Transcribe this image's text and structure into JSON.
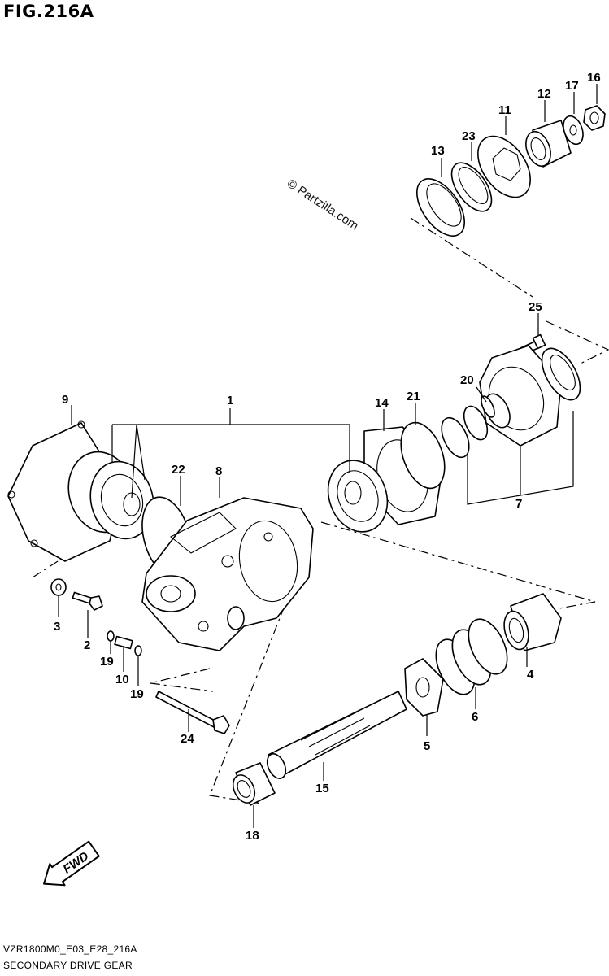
{
  "header": {
    "figure_title": "FIG.216A"
  },
  "watermark": {
    "text": "© Partzilla.com"
  },
  "callouts": {
    "c1": "1",
    "c2": "2",
    "c3": "3",
    "c4": "4",
    "c5": "5",
    "c6": "6",
    "c7": "7",
    "c8": "8",
    "c9": "9",
    "c10": "10",
    "c11": "11",
    "c12": "12",
    "c13": "13",
    "c14": "14",
    "c15": "15",
    "c16": "16",
    "c17": "17",
    "c18": "18",
    "c19a": "19",
    "c19b": "19",
    "c20": "20",
    "c21": "21",
    "c22": "22",
    "c23": "23",
    "c24": "24",
    "c25": "25"
  },
  "fwd_badge": {
    "label": "FWD"
  },
  "footer": {
    "model_code": "VZR1800M0_E03_E28_216A",
    "diagram_name": "SECONDARY DRIVE GEAR"
  }
}
